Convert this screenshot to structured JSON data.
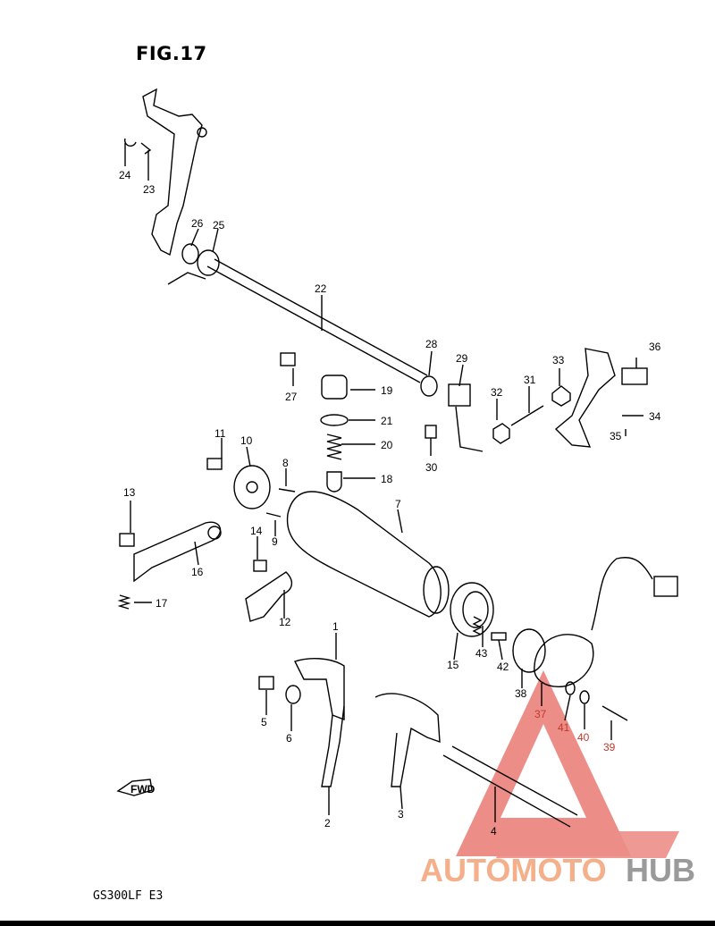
{
  "figure": {
    "title": "FIG.17",
    "model": "GS300LF E3"
  },
  "fwd_label": "FWD",
  "watermark": {
    "text_a": "AUTOMOTO",
    "text_b": "HUB"
  },
  "callouts": [
    {
      "id": "c1",
      "label": "1"
    },
    {
      "id": "c2",
      "label": "2"
    },
    {
      "id": "c3",
      "label": "3"
    },
    {
      "id": "c4",
      "label": "4"
    },
    {
      "id": "c5",
      "label": "5"
    },
    {
      "id": "c6",
      "label": "6"
    },
    {
      "id": "c7",
      "label": "7"
    },
    {
      "id": "c8",
      "label": "8"
    },
    {
      "id": "c9",
      "label": "9"
    },
    {
      "id": "c10",
      "label": "10"
    },
    {
      "id": "c11",
      "label": "11"
    },
    {
      "id": "c12",
      "label": "12"
    },
    {
      "id": "c13",
      "label": "13"
    },
    {
      "id": "c14",
      "label": "14"
    },
    {
      "id": "c15",
      "label": "15"
    },
    {
      "id": "c16",
      "label": "16"
    },
    {
      "id": "c17",
      "label": "17"
    },
    {
      "id": "c18",
      "label": "18"
    },
    {
      "id": "c19",
      "label": "19"
    },
    {
      "id": "c20",
      "label": "20"
    },
    {
      "id": "c21",
      "label": "21"
    },
    {
      "id": "c22",
      "label": "22"
    },
    {
      "id": "c23",
      "label": "23"
    },
    {
      "id": "c24",
      "label": "24"
    },
    {
      "id": "c25",
      "label": "25"
    },
    {
      "id": "c26",
      "label": "26"
    },
    {
      "id": "c27",
      "label": "27"
    },
    {
      "id": "c28",
      "label": "28"
    },
    {
      "id": "c29",
      "label": "29"
    },
    {
      "id": "c30",
      "label": "30"
    },
    {
      "id": "c31",
      "label": "31"
    },
    {
      "id": "c32",
      "label": "32"
    },
    {
      "id": "c33",
      "label": "33"
    },
    {
      "id": "c34",
      "label": "34"
    },
    {
      "id": "c35",
      "label": "35"
    },
    {
      "id": "c36",
      "label": "36"
    },
    {
      "id": "c37",
      "label": "37"
    },
    {
      "id": "c38",
      "label": "38"
    },
    {
      "id": "c39",
      "label": "39"
    },
    {
      "id": "c40",
      "label": "40"
    },
    {
      "id": "c41",
      "label": "41"
    },
    {
      "id": "c42",
      "label": "42"
    },
    {
      "id": "c43",
      "label": "43"
    }
  ],
  "colors": {
    "line": "#000000",
    "watermark_triangle": "#e8716b",
    "watermark_text_a": "#f3b08a",
    "watermark_text_b": "#9a9a9a"
  }
}
